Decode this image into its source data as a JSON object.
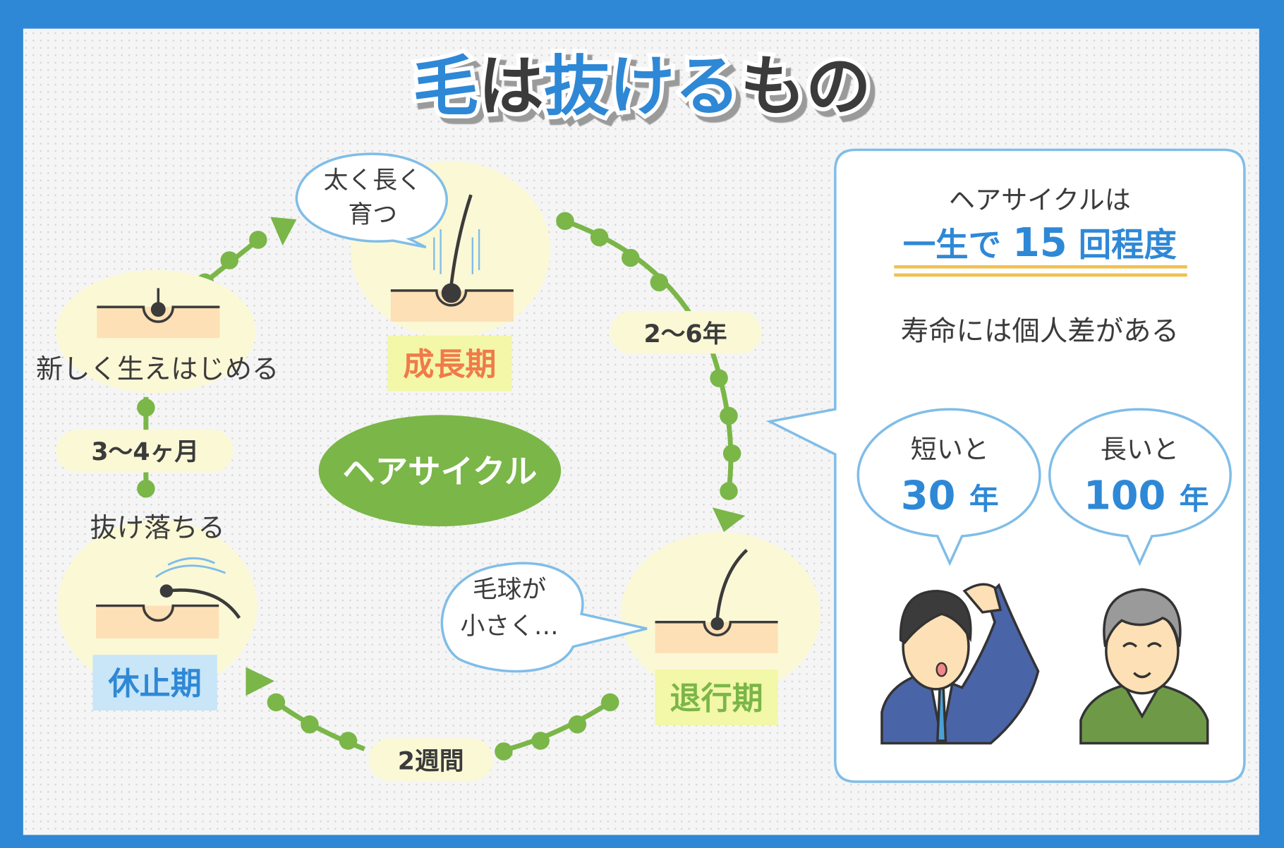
{
  "title": {
    "c1": "毛",
    "c2": "は",
    "c3": "抜ける",
    "c4": "もの"
  },
  "colors": {
    "frame": "#2f88d6",
    "blue": "#2f88d6",
    "green": "#7ab648",
    "orange": "#f07a4a",
    "pale": "#fbf8d6",
    "skin": "#fde0b5"
  },
  "cycle": {
    "center_label": "ヘアサイクル",
    "new_growth": "新しく生えはじめる",
    "anagen": {
      "label": "成長期",
      "bubble_line1": "太く長く",
      "bubble_line2": "育つ"
    },
    "anagen_duration": "2～6年",
    "catagen": {
      "label": "退行期",
      "bubble_line1": "毛球が",
      "bubble_line2": "小さく…"
    },
    "catagen_duration": "2週間",
    "telogen": {
      "label": "休止期",
      "caption": "抜け落ちる"
    },
    "telogen_duration": "3～4ヶ月"
  },
  "panel": {
    "line1": "ヘアサイクルは",
    "line2a": "一生で",
    "line2b": "15",
    "line2c": "回程度",
    "line3": "寿命には個人差がある",
    "short": {
      "label": "短いと",
      "value": "30",
      "unit": "年"
    },
    "long": {
      "label": "長いと",
      "value": "100",
      "unit": "年"
    }
  }
}
